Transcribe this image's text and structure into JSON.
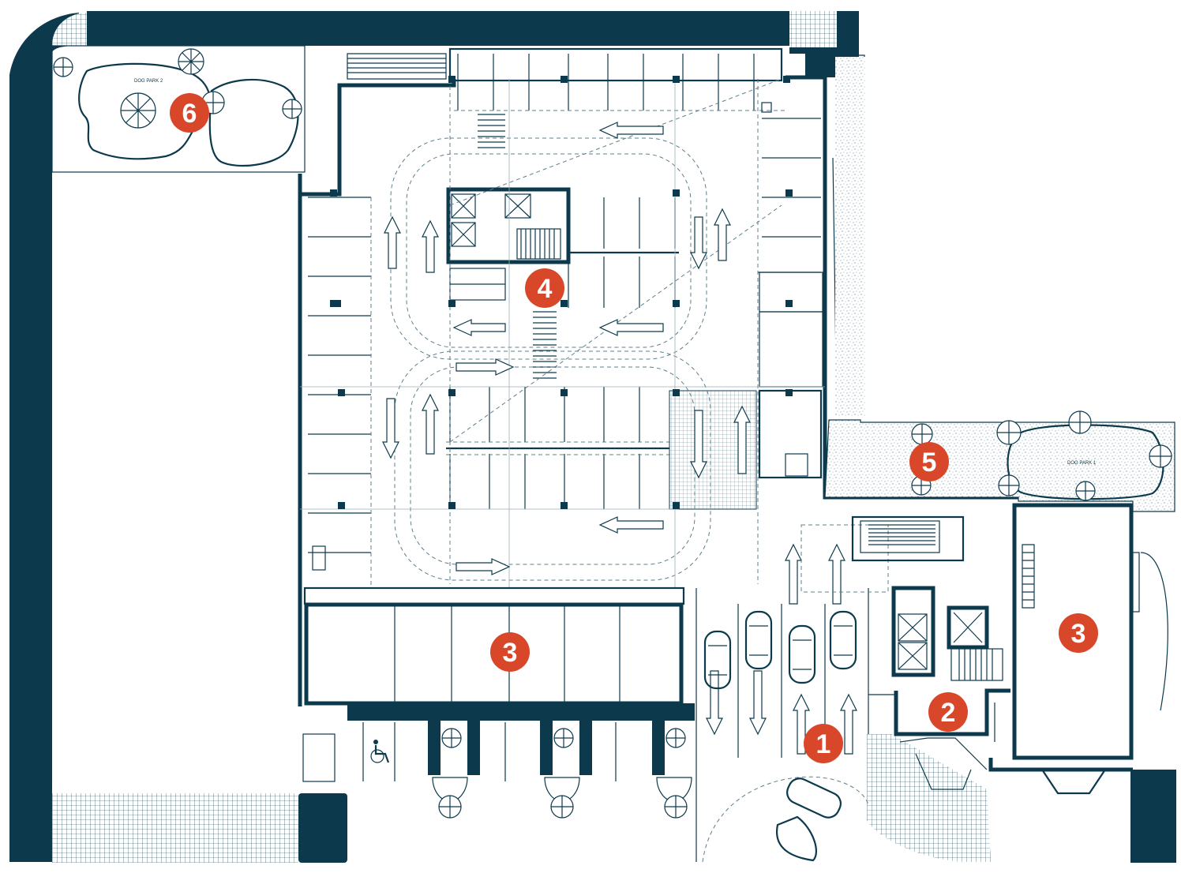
{
  "plan": {
    "markers": [
      {
        "id": "m1",
        "label": "1"
      },
      {
        "id": "m2",
        "label": "2"
      },
      {
        "id": "m3a",
        "label": "3"
      },
      {
        "id": "m3b",
        "label": "3"
      },
      {
        "id": "m4",
        "label": "4"
      },
      {
        "id": "m5",
        "label": "5"
      },
      {
        "id": "m6",
        "label": "6"
      }
    ],
    "dog_park_1_label": "DOG PARK 1",
    "dog_park_2_label": "DOG PARK 2"
  },
  "colors": {
    "wall": "#0c3a4c",
    "marker": "#d9472b"
  },
  "icons": [
    "wheelchair-icon",
    "tree-icon",
    "car-icon",
    "elevator-icon",
    "stair-icon",
    "traffic-arrow-icon"
  ]
}
